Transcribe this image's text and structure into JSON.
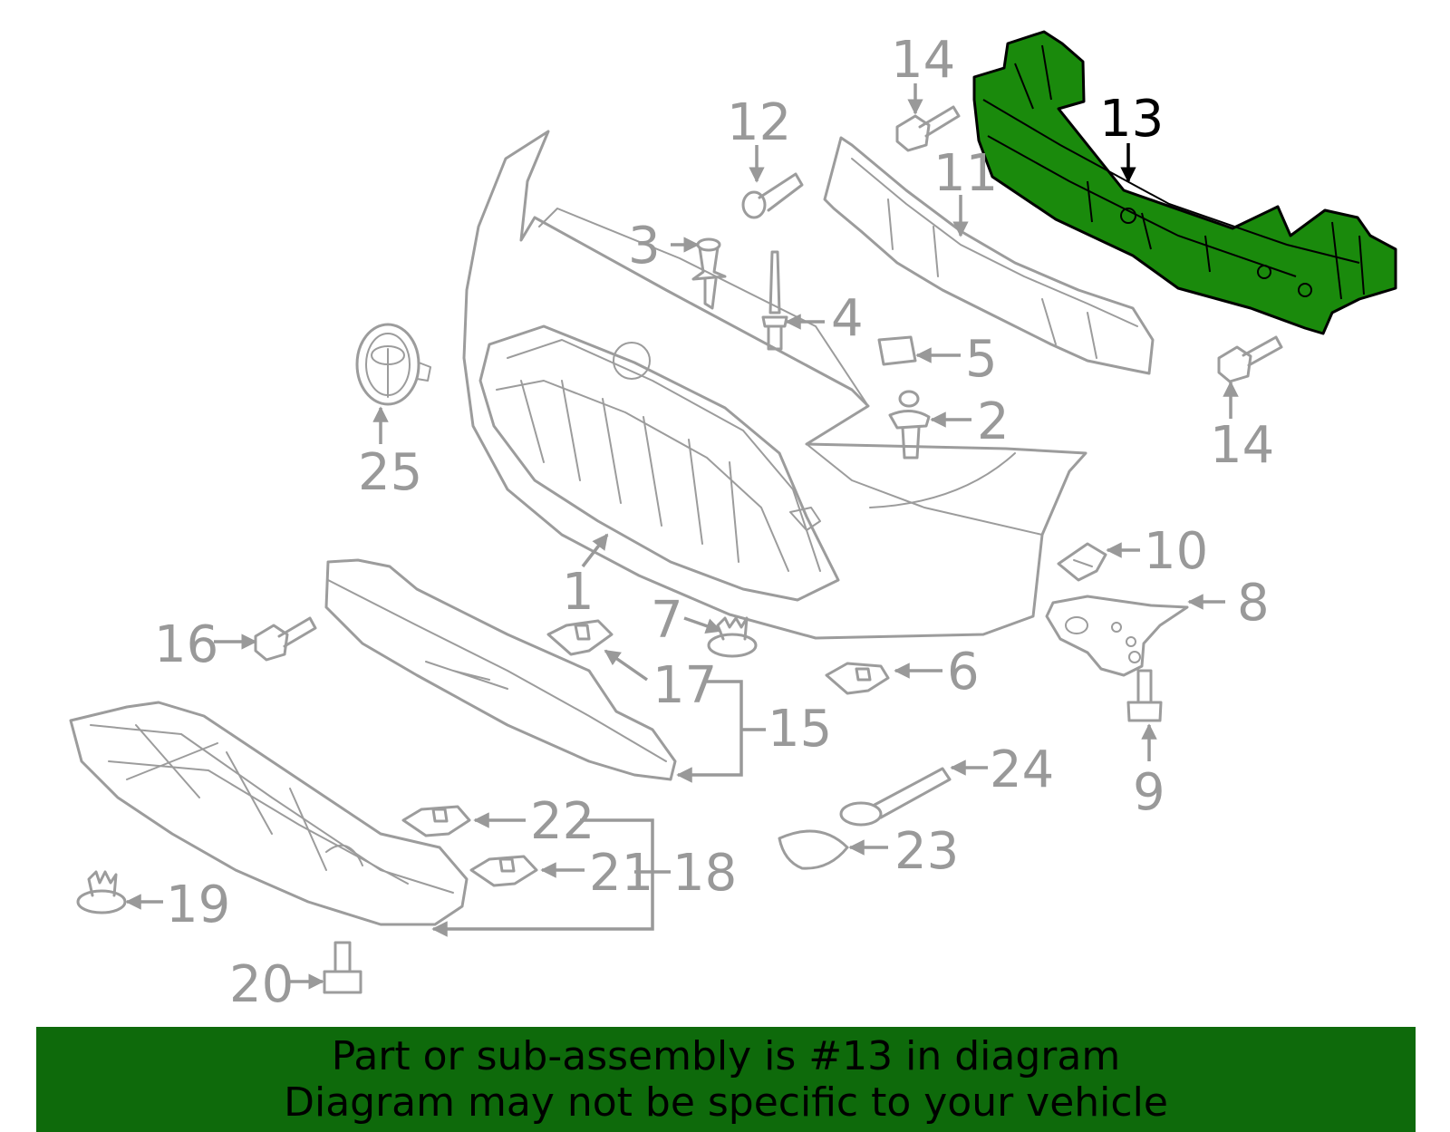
{
  "diagram": {
    "highlighted_part": "13",
    "highlight_color": "#1a8a0c",
    "callouts": {
      "p1": "1",
      "p2": "2",
      "p3": "3",
      "p4": "4",
      "p5": "5",
      "p6": "6",
      "p7": "7",
      "p8": "8",
      "p9": "9",
      "p10": "10",
      "p11": "11",
      "p12": "12",
      "p13": "13",
      "p14a": "14",
      "p14b": "14",
      "p15": "15",
      "p16": "16",
      "p17": "17",
      "p18": "18",
      "p19": "19",
      "p20": "20",
      "p21": "21",
      "p22": "22",
      "p23": "23",
      "p24": "24",
      "p25": "25"
    }
  },
  "banner": {
    "line1": "Part or sub-assembly is #13 in diagram",
    "line2": "Diagram may not be specific to your vehicle",
    "background_color": "#0e6a0b"
  }
}
